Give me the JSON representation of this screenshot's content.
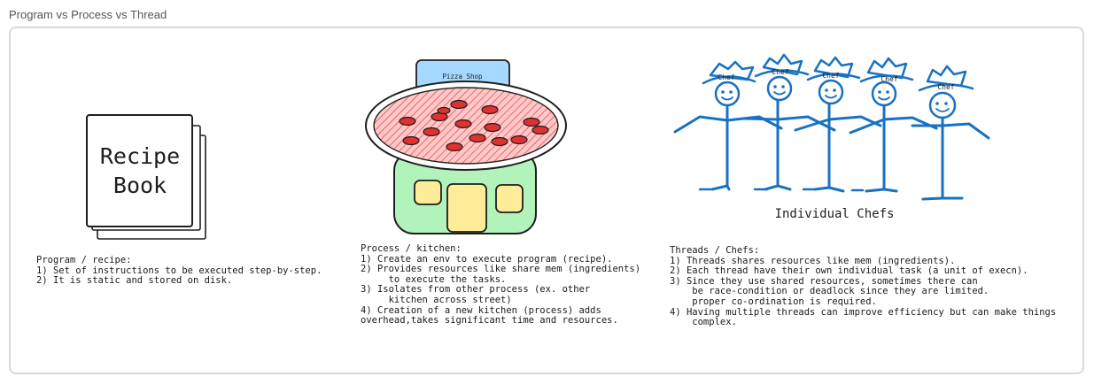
{
  "title": "Program vs Process vs Thread",
  "program": {
    "book_title_line1": "Recipe",
    "book_title_line2": "Book",
    "caption": "Program / recipe:\n1) Set of instructions to be executed step-by-step.\n2) It is static and stored on disk."
  },
  "process": {
    "sign_label": "Pizza Shop",
    "caption": "Process / kitchen:\n1) Create an env to execute program (recipe).\n2) Provides resources like share mem (ingredients)\n     to execute the tasks.\n3) Isolates from other process (ex. other\n     kitchen across street)\n4) Creation of a new kitchen (process) adds\noverhead,takes significant time and resources."
  },
  "threads": {
    "hat_label": "Chef",
    "figures_label": "Individual Chefs",
    "caption": "Threads / Chefs:\n1) Threads shares resources like mem (ingredients).\n2) Each thread have their own individual task (a unit of execn).\n3) Since they use shared resources, sometimes there can\n    be race-condition or deadlock since they are limited.\n    proper co-ordination is required.\n4) Having multiple threads can improve efficiency but can make things\n    complex."
  },
  "colors": {
    "pizza_crust": "#ffc9c9",
    "pizza_hatch": "#e03131",
    "pepperoni": "#e03131",
    "building": "#b2f2bb",
    "windows": "#ffec99",
    "sign": "#a5d8ff",
    "chef_stroke": "#1971c2"
  }
}
